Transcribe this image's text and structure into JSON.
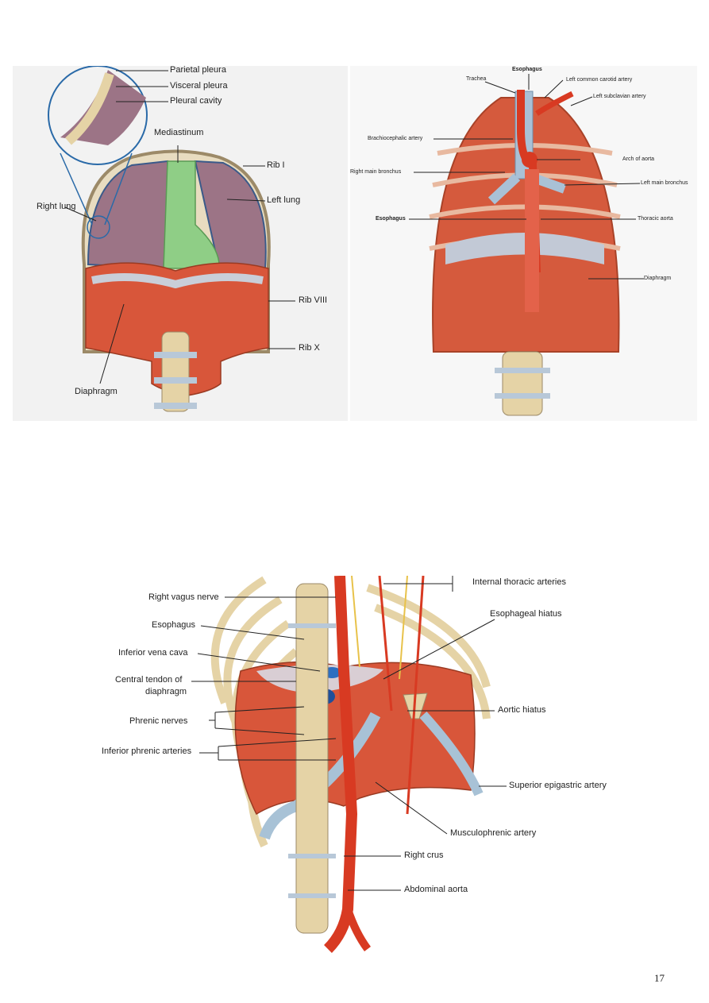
{
  "fig1": {
    "labels": {
      "parietal_pleura": "Parietal pleura",
      "visceral_pleura": "Visceral pleura",
      "pleural_cavity": "Pleural cavity",
      "mediastinum": "Mediastinum",
      "rib_1": "Rib I",
      "right_lung": "Right lung",
      "left_lung": "Left lung",
      "rib_8": "Rib VIII",
      "rib_10": "Rib X",
      "diaphragm": "Diaphragm"
    }
  },
  "fig2": {
    "labels": {
      "esophagus_top": "Esophagus",
      "trachea": "Trachea",
      "left_common_carotid": "Left common carotid artery",
      "left_subclavian": "Left subclavian artery",
      "brachiocephalic": "Brachiocephalic artery",
      "arch_of_aorta": "Arch of aorta",
      "right_main_bronchus": "Right main bronchus",
      "left_main_bronchus": "Left main bronchus",
      "esophagus_mid": "Esophagus",
      "thoracic_aorta": "Thoracic aorta",
      "diaphragm": "Diaphragm"
    }
  },
  "fig3": {
    "labels": {
      "internal_thoracic": "Internal thoracic arteries",
      "right_vagus": "Right vagus nerve",
      "esophagus": "Esophagus",
      "esophageal_hiatus": "Esophageal hiatus",
      "ivc": "Inferior vena cava",
      "central_tendon_1": "Central tendon of",
      "central_tendon_2": "diaphragm",
      "aortic_hiatus": "Aortic hiatus",
      "phrenic_nerves": "Phrenic nerves",
      "inferior_phrenic": "Inferior phrenic arteries",
      "superior_epigastric": "Superior epigastric artery",
      "musculophrenic": "Musculophrenic artery",
      "right_crus": "Right crus",
      "abdominal_aorta": "Abdominal aorta"
    }
  },
  "page_number": "17"
}
